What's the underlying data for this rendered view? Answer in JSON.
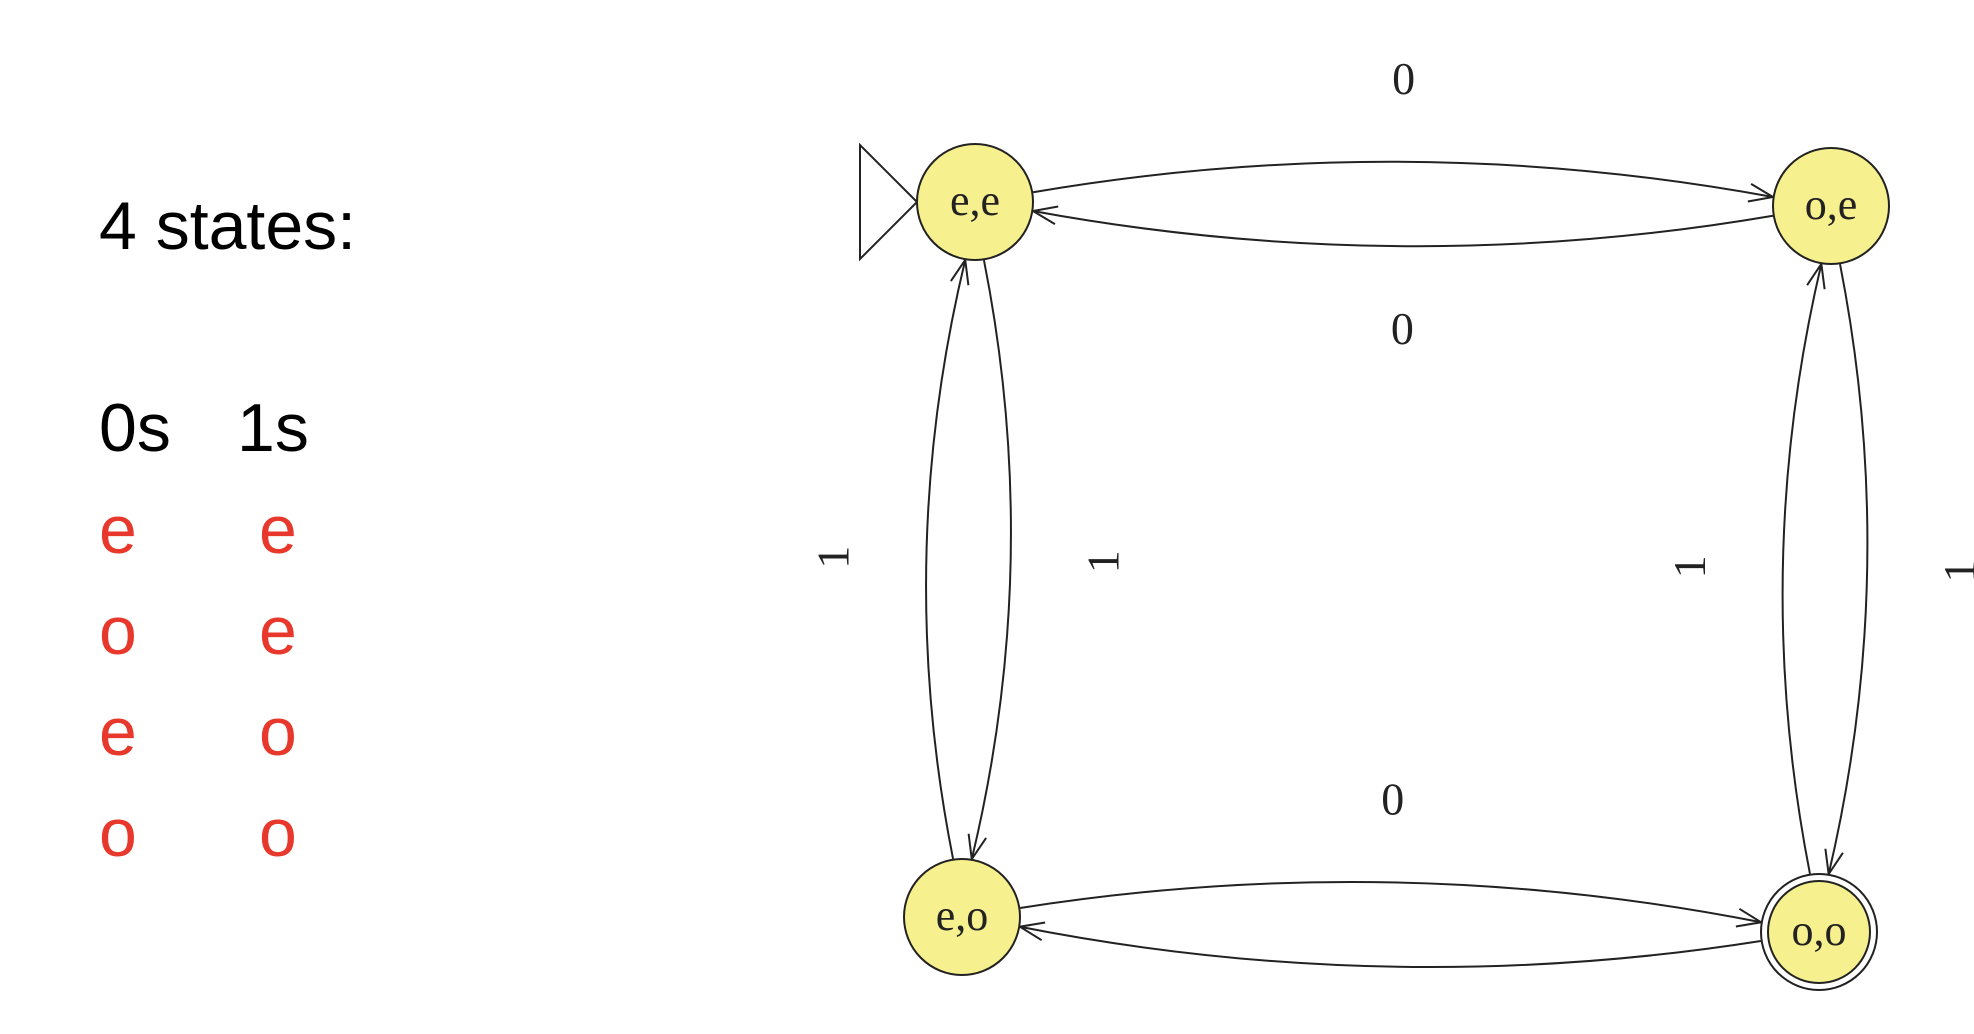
{
  "heading": "4 states:",
  "table": {
    "headers": [
      "0s",
      "1s"
    ],
    "rows": [
      [
        "e",
        "e"
      ],
      [
        "o",
        "e"
      ],
      [
        "e",
        "o"
      ],
      [
        "o",
        "o"
      ]
    ]
  },
  "colors": {
    "red": "#e8372b",
    "state_fill": "#f6f08e",
    "stroke": "#222222"
  },
  "automaton": {
    "states": [
      {
        "id": "ee",
        "label": "e,e",
        "start": true,
        "accept": false
      },
      {
        "id": "oe",
        "label": "o,e",
        "start": false,
        "accept": false
      },
      {
        "id": "eo",
        "label": "e,o",
        "start": false,
        "accept": false
      },
      {
        "id": "oo",
        "label": "o,o",
        "start": false,
        "accept": true
      }
    ],
    "transitions": [
      {
        "from": "ee",
        "to": "oe",
        "symbol": "0"
      },
      {
        "from": "oe",
        "to": "ee",
        "symbol": "0"
      },
      {
        "from": "eo",
        "to": "oo",
        "symbol": "0"
      },
      {
        "from": "oo",
        "to": "eo",
        "symbol": "0"
      },
      {
        "from": "ee",
        "to": "eo",
        "symbol": "1"
      },
      {
        "from": "eo",
        "to": "ee",
        "symbol": "1"
      },
      {
        "from": "oe",
        "to": "oo",
        "symbol": "1"
      },
      {
        "from": "oo",
        "to": "oe",
        "symbol": "1"
      }
    ]
  }
}
